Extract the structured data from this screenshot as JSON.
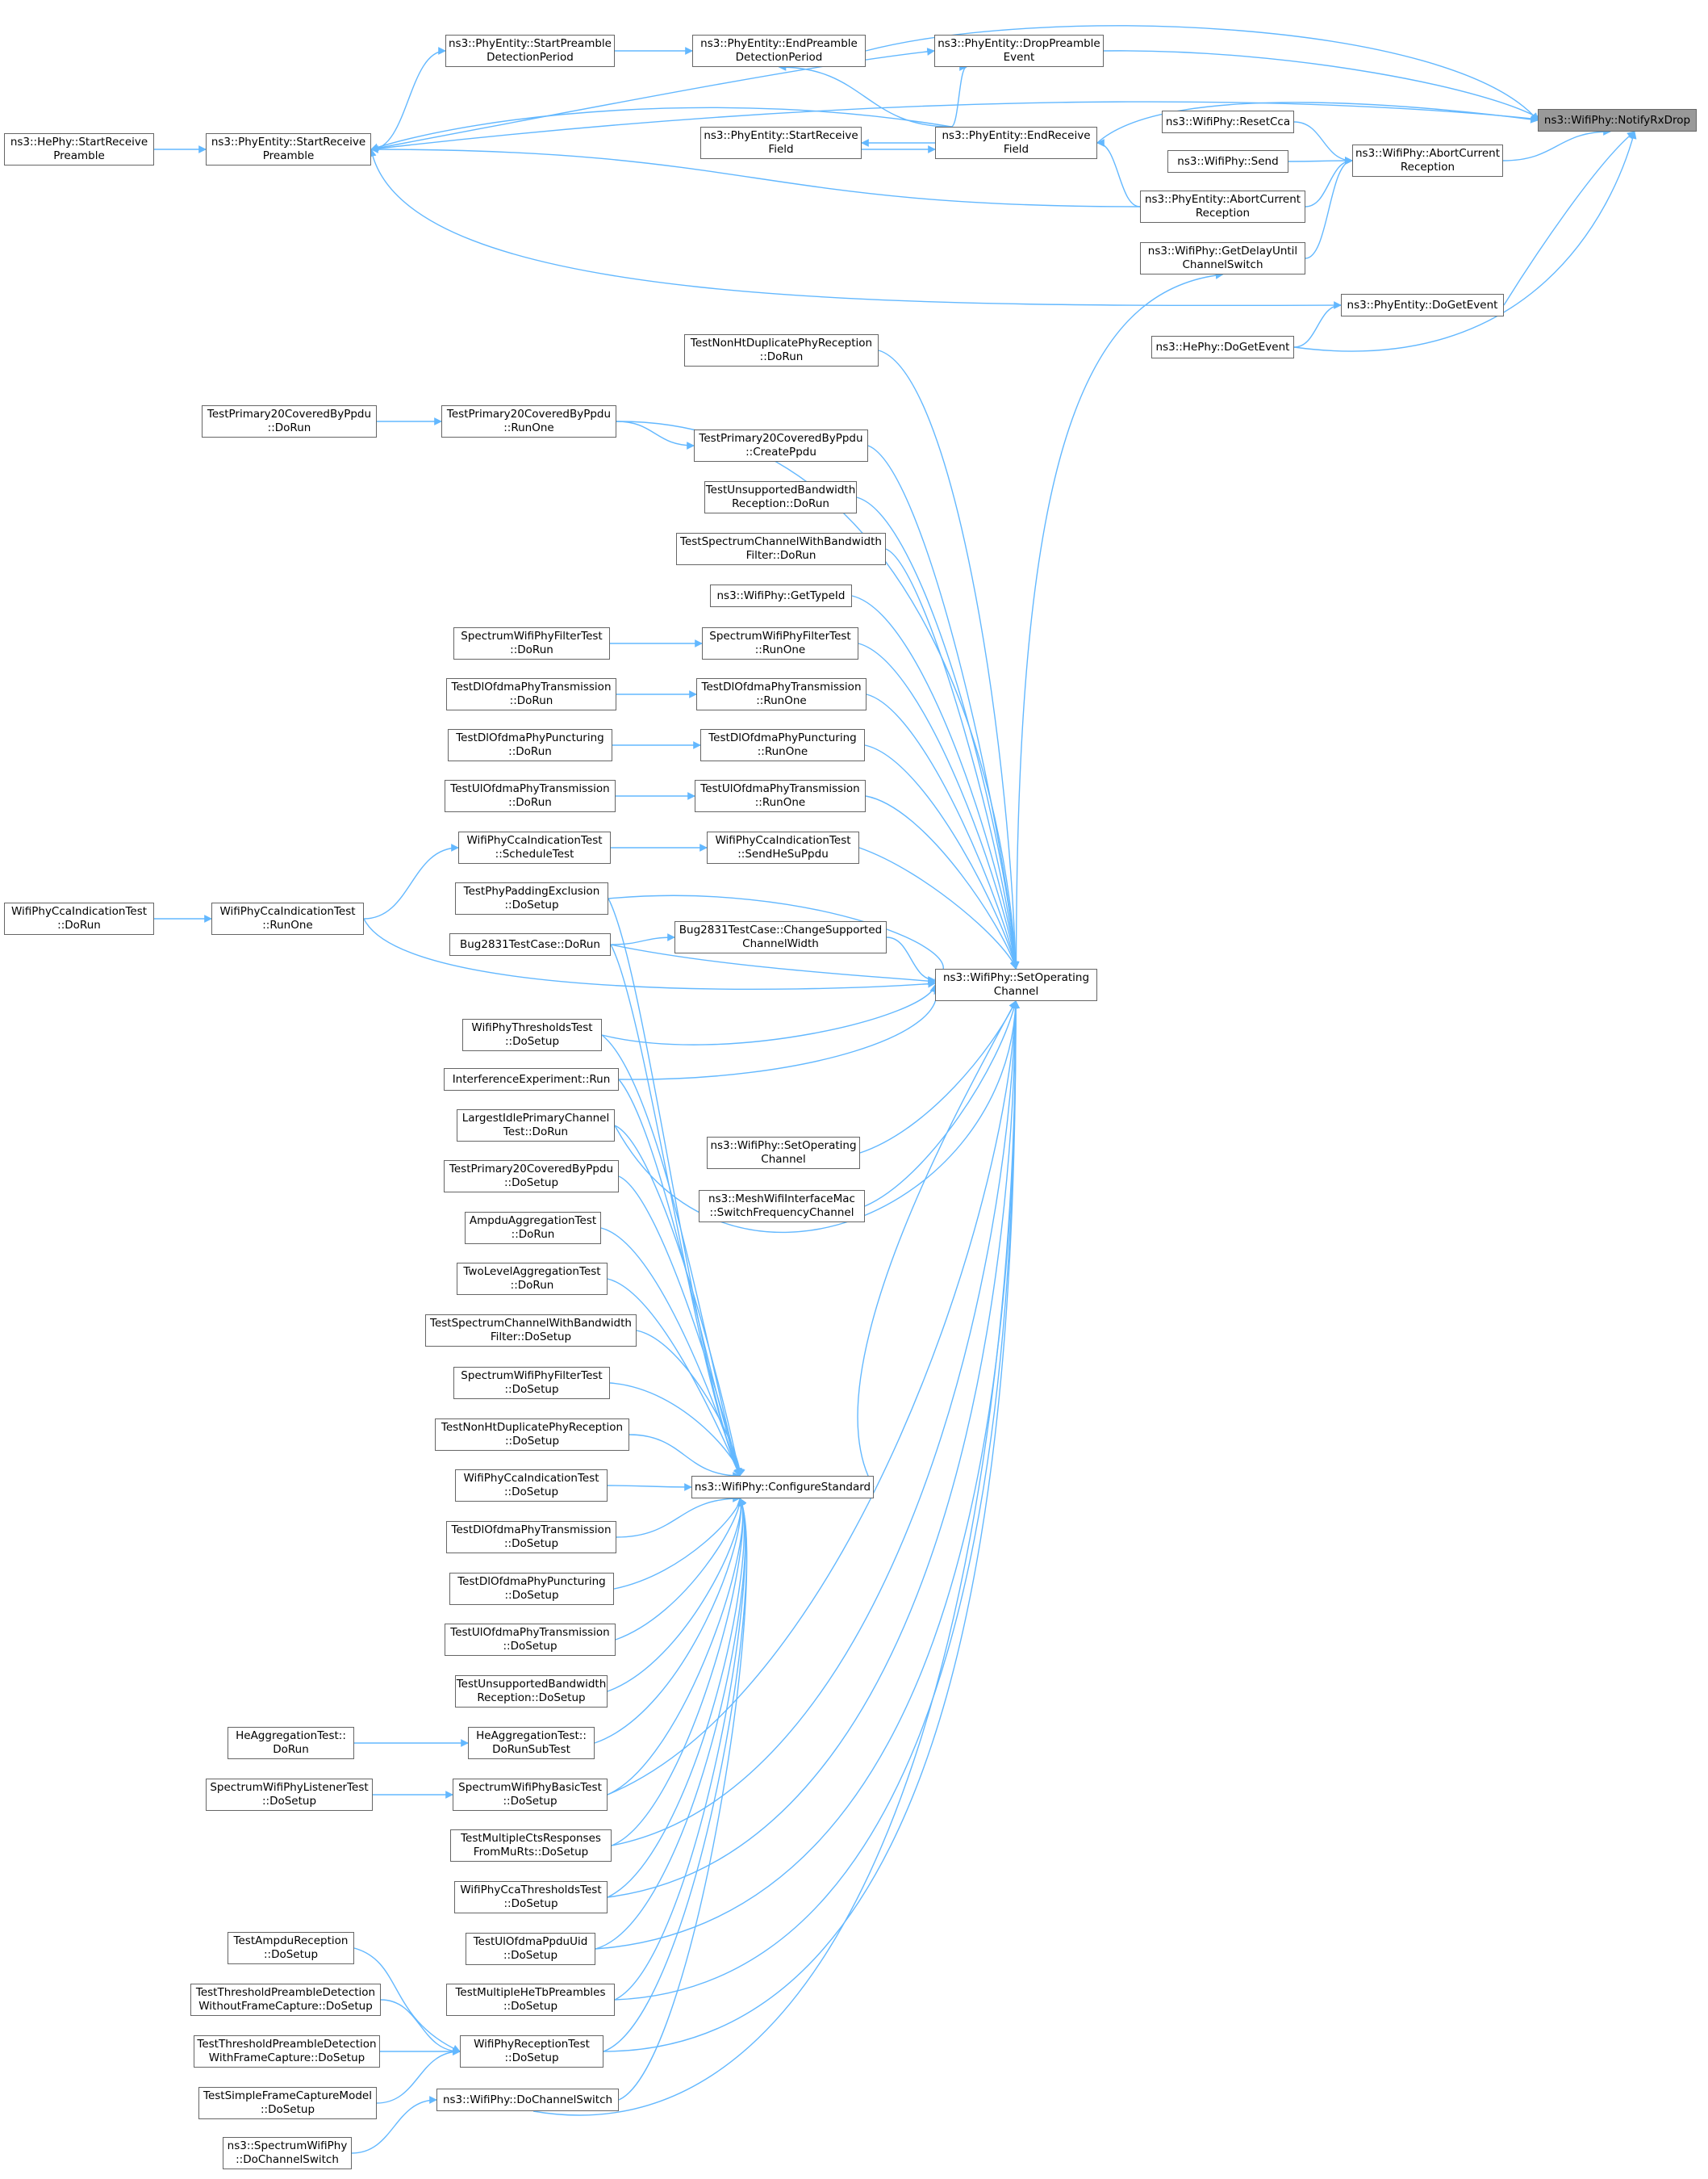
{
  "graph": {
    "edge_color": "#63b8ff",
    "node_border_color": "#666666",
    "focus_fill": "#999999",
    "nodes": [
      {
        "id": "notifyrxdrop",
        "lines": [
          "ns3::WifiPhy::NotifyRxDrop"
        ],
        "focus": true
      },
      {
        "id": "hephy-startreceivepreamble",
        "lines": [
          "ns3::HePhy::StartReceive",
          "Preamble"
        ]
      },
      {
        "id": "phyentity-startreceivepreamble",
        "lines": [
          "ns3::PhyEntity::StartReceive",
          "Preamble"
        ]
      },
      {
        "id": "phyentity-startpreambledetection",
        "lines": [
          "ns3::PhyEntity::StartPreamble",
          "DetectionPeriod"
        ]
      },
      {
        "id": "phyentity-endpreambledetection",
        "lines": [
          "ns3::PhyEntity::EndPreamble",
          "DetectionPeriod"
        ]
      },
      {
        "id": "phyentity-droppreambleevent",
        "lines": [
          "ns3::PhyEntity::DropPreamble",
          "Event"
        ]
      },
      {
        "id": "phyentity-startreceivefield",
        "lines": [
          "ns3::PhyEntity::StartReceive",
          "Field"
        ]
      },
      {
        "id": "phyentity-endreceivefield",
        "lines": [
          "ns3::PhyEntity::EndReceive",
          "Field"
        ]
      },
      {
        "id": "wifiphy-resetcca",
        "lines": [
          "ns3::WifiPhy::ResetCca"
        ]
      },
      {
        "id": "wifiphy-send",
        "lines": [
          "ns3::WifiPhy::Send"
        ]
      },
      {
        "id": "wifiphy-abortcurrentreception",
        "lines": [
          "ns3::WifiPhy::AbortCurrent",
          "Reception"
        ]
      },
      {
        "id": "phyentity-abortcurrentreception",
        "lines": [
          "ns3::PhyEntity::AbortCurrent",
          "Reception"
        ]
      },
      {
        "id": "wifiphy-getdelayuntilchannelswitch",
        "lines": [
          "ns3::WifiPhy::GetDelayUntil",
          "ChannelSwitch"
        ]
      },
      {
        "id": "phyentity-dogetevent",
        "lines": [
          "ns3::PhyEntity::DoGetEvent"
        ]
      },
      {
        "id": "hephy-dogetevent",
        "lines": [
          "ns3::HePhy::DoGetEvent"
        ]
      },
      {
        "id": "testnonhtduplicate-dorun",
        "lines": [
          "TestNonHtDuplicatePhyReception",
          "::DoRun"
        ]
      },
      {
        "id": "testprimary20-dorun",
        "lines": [
          "TestPrimary20CoveredByPpdu",
          "::DoRun"
        ]
      },
      {
        "id": "testprimary20-runone",
        "lines": [
          "TestPrimary20CoveredByPpdu",
          "::RunOne"
        ]
      },
      {
        "id": "testprimary20-createppdu",
        "lines": [
          "TestPrimary20CoveredByPpdu",
          "::CreatePpdu"
        ]
      },
      {
        "id": "testunsupportedbw-dorun",
        "lines": [
          "TestUnsupportedBandwidth",
          "Reception::DoRun"
        ]
      },
      {
        "id": "testspectrumchannel-dorun",
        "lines": [
          "TestSpectrumChannelWithBandwidth",
          "Filter::DoRun"
        ]
      },
      {
        "id": "wifiphy-gettypeid",
        "lines": [
          "ns3::WifiPhy::GetTypeId"
        ]
      },
      {
        "id": "spectrumfilter-dorun",
        "lines": [
          "SpectrumWifiPhyFilterTest",
          "::DoRun"
        ]
      },
      {
        "id": "spectrumfilter-runone",
        "lines": [
          "SpectrumWifiPhyFilterTest",
          "::RunOne"
        ]
      },
      {
        "id": "dlofdmatx-dorun",
        "lines": [
          "TestDlOfdmaPhyTransmission",
          "::DoRun"
        ]
      },
      {
        "id": "dlofdmatx-runone",
        "lines": [
          "TestDlOfdmaPhyTransmission",
          "::RunOne"
        ]
      },
      {
        "id": "dlofdmapunct-dorun",
        "lines": [
          "TestDlOfdmaPhyPuncturing",
          "::DoRun"
        ]
      },
      {
        "id": "dlofdmapunct-runone",
        "lines": [
          "TestDlOfdmaPhyPuncturing",
          "::RunOne"
        ]
      },
      {
        "id": "ulofdmatx-dorun",
        "lines": [
          "TestUlOfdmaPhyTransmission",
          "::DoRun"
        ]
      },
      {
        "id": "ulofdmatx-runone",
        "lines": [
          "TestUlOfdmaPhyTransmission",
          "::RunOne"
        ]
      },
      {
        "id": "ccaindication-scheduletest",
        "lines": [
          "WifiPhyCcaIndicationTest",
          "::ScheduleTest"
        ]
      },
      {
        "id": "ccaindication-sendhesuppdu",
        "lines": [
          "WifiPhyCcaIndicationTest",
          "::SendHeSuPpdu"
        ]
      },
      {
        "id": "ccaindication-dorun",
        "lines": [
          "WifiPhyCcaIndicationTest",
          "::DoRun"
        ]
      },
      {
        "id": "ccaindication-runone",
        "lines": [
          "WifiPhyCcaIndicationTest",
          "::RunOne"
        ]
      },
      {
        "id": "paddingexclusion-dosetup",
        "lines": [
          "TestPhyPaddingExclusion",
          "::DoSetup"
        ]
      },
      {
        "id": "bug2831-dorun",
        "lines": [
          "Bug2831TestCase::DoRun"
        ]
      },
      {
        "id": "bug2831-changesupported",
        "lines": [
          "Bug2831TestCase::ChangeSupported",
          "ChannelWidth"
        ]
      },
      {
        "id": "wifiphy-setoperatingchannel",
        "lines": [
          "ns3::WifiPhy::SetOperating",
          "Channel"
        ]
      },
      {
        "id": "thresholds-dosetup",
        "lines": [
          "WifiPhyThresholdsTest",
          "::DoSetup"
        ]
      },
      {
        "id": "interference-run",
        "lines": [
          "InterferenceExperiment::Run"
        ]
      },
      {
        "id": "largestidle-dorun",
        "lines": [
          "LargestIdlePrimaryChannel",
          "Test::DoRun"
        ]
      },
      {
        "id": "wifiphy-setoperatingchannel2",
        "lines": [
          "ns3::WifiPhy::SetOperating",
          "Channel"
        ]
      },
      {
        "id": "meshwifi-switchfreq",
        "lines": [
          "ns3::MeshWifiInterfaceMac",
          "::SwitchFrequencyChannel"
        ]
      },
      {
        "id": "testprimary20-dosetup",
        "lines": [
          "TestPrimary20CoveredByPpdu",
          "::DoSetup"
        ]
      },
      {
        "id": "ampduagg-dorun",
        "lines": [
          "AmpduAggregationTest",
          "::DoRun"
        ]
      },
      {
        "id": "twolevelagg-dorun",
        "lines": [
          "TwoLevelAggregationTest",
          "::DoRun"
        ]
      },
      {
        "id": "testspectrumchannel-dosetup",
        "lines": [
          "TestSpectrumChannelWithBandwidth",
          "Filter::DoSetup"
        ]
      },
      {
        "id": "spectrumfilter-dosetup",
        "lines": [
          "SpectrumWifiPhyFilterTest",
          "::DoSetup"
        ]
      },
      {
        "id": "testnonhtduplicate-dosetup",
        "lines": [
          "TestNonHtDuplicatePhyReception",
          "::DoSetup"
        ]
      },
      {
        "id": "ccaindication-dosetup",
        "lines": [
          "WifiPhyCcaIndicationTest",
          "::DoSetup"
        ]
      },
      {
        "id": "wifiphy-configurestandard",
        "lines": [
          "ns3::WifiPhy::ConfigureStandard"
        ]
      },
      {
        "id": "dlofdmatx-dosetup",
        "lines": [
          "TestDlOfdmaPhyTransmission",
          "::DoSetup"
        ]
      },
      {
        "id": "dlofdmapunct-dosetup",
        "lines": [
          "TestDlOfdmaPhyPuncturing",
          "::DoSetup"
        ]
      },
      {
        "id": "ulofdmatx-dosetup",
        "lines": [
          "TestUlOfdmaPhyTransmission",
          "::DoSetup"
        ]
      },
      {
        "id": "testunsupportedbw-dosetup",
        "lines": [
          "TestUnsupportedBandwidth",
          "Reception::DoSetup"
        ]
      },
      {
        "id": "heagg-dorun",
        "lines": [
          "HeAggregationTest::",
          "DoRun"
        ]
      },
      {
        "id": "heagg-dorunsubtest",
        "lines": [
          "HeAggregationTest::",
          "DoRunSubTest"
        ]
      },
      {
        "id": "spectrumlistener-dosetup",
        "lines": [
          "SpectrumWifiPhyListenerTest",
          "::DoSetup"
        ]
      },
      {
        "id": "spectrumbasic-dosetup",
        "lines": [
          "SpectrumWifiPhyBasicTest",
          "::DoSetup"
        ]
      },
      {
        "id": "multiplects-dosetup",
        "lines": [
          "TestMultipleCtsResponses",
          "FromMuRts::DoSetup"
        ]
      },
      {
        "id": "ccathresholds-dosetup",
        "lines": [
          "WifiPhyCcaThresholdsTest",
          "::DoSetup"
        ]
      },
      {
        "id": "ulofdmappduuid-dosetup",
        "lines": [
          "TestUlOfdmaPpduUid",
          "::DoSetup"
        ]
      },
      {
        "id": "multiplehetb-dosetup",
        "lines": [
          "TestMultipleHeTbPreambles",
          "::DoSetup"
        ]
      },
      {
        "id": "ampdureception-dosetup",
        "lines": [
          "TestAmpduReception",
          "::DoSetup"
        ]
      },
      {
        "id": "thresholdpreamble-without",
        "lines": [
          "TestThresholdPreambleDetection",
          "WithoutFrameCapture::DoSetup"
        ]
      },
      {
        "id": "thresholdpreamble-with",
        "lines": [
          "TestThresholdPreambleDetection",
          "WithFrameCapture::DoSetup"
        ]
      },
      {
        "id": "wifiphyreception-dosetup",
        "lines": [
          "WifiPhyReceptionTest",
          "::DoSetup"
        ]
      },
      {
        "id": "simpleframecapture-dosetup",
        "lines": [
          "TestSimpleFrameCaptureModel",
          "::DoSetup"
        ]
      },
      {
        "id": "wifiphy-dochannelswitch",
        "lines": [
          "ns3::WifiPhy::DoChannelSwitch"
        ]
      },
      {
        "id": "spectrumwifiphy-dochannelswitch",
        "lines": [
          "ns3::SpectrumWifiPhy",
          "::DoChannelSwitch"
        ]
      }
    ]
  }
}
